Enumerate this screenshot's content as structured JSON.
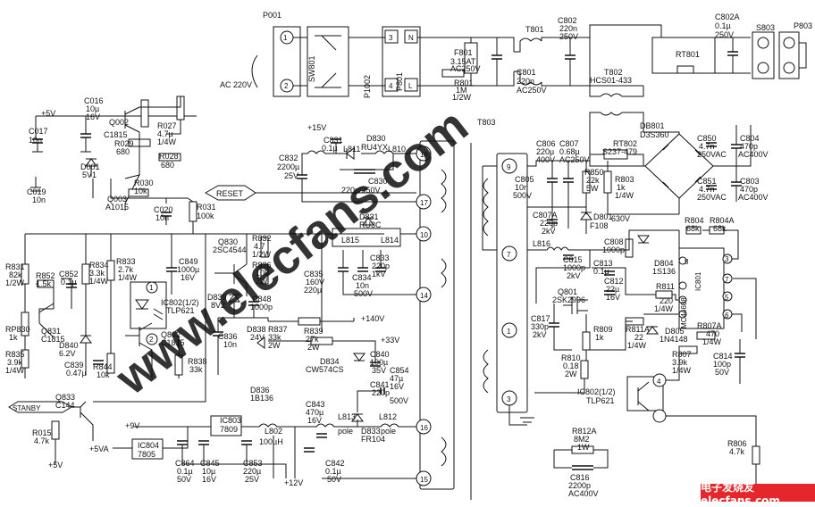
{
  "labels": [
    {
      "t": "P001"
    },
    {
      "t": "SW801"
    },
    {
      "t": "P1002"
    },
    {
      "t": "P801"
    },
    {
      "t": "F801"
    },
    {
      "t": "3.15AT"
    },
    {
      "t": "AC250V"
    },
    {
      "t": "R801"
    },
    {
      "t": "1M"
    },
    {
      "t": "1/2W"
    },
    {
      "t": "T801"
    },
    {
      "t": "C801"
    },
    {
      "t": "220n"
    },
    {
      "t": "AC250V"
    },
    {
      "t": "C802"
    },
    {
      "t": "220n"
    },
    {
      "t": "250V"
    },
    {
      "t": "RT801"
    },
    {
      "t": "C802A"
    },
    {
      "t": "0.1µ"
    },
    {
      "t": "250V"
    },
    {
      "t": "S803"
    },
    {
      "t": "P803"
    },
    {
      "t": "T802"
    },
    {
      "t": "HCS01-433"
    },
    {
      "t": "T803"
    },
    {
      "t": "AC 220V"
    },
    {
      "t": "+5V"
    },
    {
      "t": "C016"
    },
    {
      "t": "10µ"
    },
    {
      "t": "16V"
    },
    {
      "t": "C017"
    },
    {
      "t": "10n"
    },
    {
      "t": "Q002"
    },
    {
      "t": "C1815"
    },
    {
      "t": "R027"
    },
    {
      "t": "4.7µ"
    },
    {
      "t": "1/4W"
    },
    {
      "t": "R029"
    },
    {
      "t": "680"
    },
    {
      "t": "R028"
    },
    {
      "t": "680"
    },
    {
      "t": "D001"
    },
    {
      "t": "5V1"
    },
    {
      "t": "R030"
    },
    {
      "t": "10k"
    },
    {
      "t": "C019"
    },
    {
      "t": "10n"
    },
    {
      "t": "Q003"
    },
    {
      "t": "A1015"
    },
    {
      "t": "RESET"
    },
    {
      "t": "C020"
    },
    {
      "t": "10n"
    },
    {
      "t": "R031"
    },
    {
      "t": "100k"
    },
    {
      "t": "R831"
    },
    {
      "t": "82k"
    },
    {
      "t": "1/2W"
    },
    {
      "t": "R852"
    },
    {
      "t": "1.5k"
    },
    {
      "t": "C852"
    },
    {
      "t": "0.1µ"
    },
    {
      "t": "R834"
    },
    {
      "t": "3.3k"
    },
    {
      "t": "1/4W"
    },
    {
      "t": "R833"
    },
    {
      "t": "2.7k"
    },
    {
      "t": "1/4W"
    },
    {
      "t": "C849"
    },
    {
      "t": "1000µ"
    },
    {
      "t": "16V"
    },
    {
      "t": "IC802(1/2)"
    },
    {
      "t": "TLP621"
    },
    {
      "t": "RP830"
    },
    {
      "t": "1k"
    },
    {
      "t": "Q831"
    },
    {
      "t": "C1815"
    },
    {
      "t": "D840"
    },
    {
      "t": "6.2V"
    },
    {
      "t": "R835"
    },
    {
      "t": "3.9k"
    },
    {
      "t": "1/4W"
    },
    {
      "t": "C839"
    },
    {
      "t": "0.47µ"
    },
    {
      "t": "R844"
    },
    {
      "t": "10k"
    },
    {
      "t": "Q832"
    },
    {
      "t": "C1815"
    },
    {
      "t": "R838"
    },
    {
      "t": "33k"
    },
    {
      "t": "Q830"
    },
    {
      "t": "2SC4544"
    },
    {
      "t": "R832"
    },
    {
      "t": "4.7"
    },
    {
      "t": "1/2W"
    },
    {
      "t": "R836"
    },
    {
      "t": "10k"
    },
    {
      "t": "2W"
    },
    {
      "t": "D839"
    },
    {
      "t": "8V2"
    },
    {
      "t": "C848"
    },
    {
      "t": "1000p"
    },
    {
      "t": "C836"
    },
    {
      "t": "10n"
    },
    {
      "t": "D838"
    },
    {
      "t": "24V"
    },
    {
      "t": "R837"
    },
    {
      "t": "33k"
    },
    {
      "t": "2W"
    },
    {
      "t": "R839"
    },
    {
      "t": "27k"
    },
    {
      "t": "2W"
    },
    {
      "t": "+140V"
    },
    {
      "t": "+33V"
    },
    {
      "t": "D834"
    },
    {
      "t": "CW574CS"
    },
    {
      "t": "C840"
    },
    {
      "t": "100µ"
    },
    {
      "t": "35V"
    },
    {
      "t": "D836"
    },
    {
      "t": "1B136"
    },
    {
      "t": "STANBY"
    },
    {
      "t": "Q833"
    },
    {
      "t": "C144"
    },
    {
      "t": "R015"
    },
    {
      "t": "4.7k"
    },
    {
      "t": "+5V"
    },
    {
      "t": "+9V"
    },
    {
      "t": "IC803"
    },
    {
      "t": "7809"
    },
    {
      "t": "L802"
    },
    {
      "t": "100µH"
    },
    {
      "t": "+5VA"
    },
    {
      "t": "IC804"
    },
    {
      "t": "7805"
    },
    {
      "t": "C864"
    },
    {
      "t": "0.1µ"
    },
    {
      "t": "50V"
    },
    {
      "t": "C845"
    },
    {
      "t": "10µ"
    },
    {
      "t": "16V"
    },
    {
      "t": "C853"
    },
    {
      "t": "220µ"
    },
    {
      "t": "25V"
    },
    {
      "t": "+12V"
    },
    {
      "t": "C843"
    },
    {
      "t": "470µ"
    },
    {
      "t": "16V"
    },
    {
      "t": "C842"
    },
    {
      "t": "0.1µ"
    },
    {
      "t": "50V"
    },
    {
      "t": "L813"
    },
    {
      "t": "pole"
    },
    {
      "t": "D833"
    },
    {
      "t": "FR104"
    },
    {
      "t": "L812"
    },
    {
      "t": "pole"
    },
    {
      "t": "C854"
    },
    {
      "t": "47µ"
    },
    {
      "t": "16V"
    },
    {
      "t": "C841"
    },
    {
      "t": "220p"
    },
    {
      "t": "500V"
    },
    {
      "t": "+15V"
    },
    {
      "t": "C831"
    },
    {
      "t": "0.1µ"
    },
    {
      "t": "C832"
    },
    {
      "t": "2200µ"
    },
    {
      "t": "25V"
    },
    {
      "t": "L811"
    },
    {
      "t": "D830"
    },
    {
      "t": "RU4YX"
    },
    {
      "t": "L810"
    },
    {
      "t": "C830"
    },
    {
      "t": "220p/250V"
    },
    {
      "t": "D831"
    },
    {
      "t": "RU3C"
    },
    {
      "t": "L815"
    },
    {
      "t": "L814"
    },
    {
      "t": "C835"
    },
    {
      "t": "160V"
    },
    {
      "t": "220µ"
    },
    {
      "t": "C834"
    },
    {
      "t": "10n"
    },
    {
      "t": "500V"
    },
    {
      "t": "C833"
    },
    {
      "t": "220p"
    },
    {
      "t": "1kV"
    },
    {
      "t": "18"
    },
    {
      "t": "17"
    },
    {
      "t": "10"
    },
    {
      "t": "14"
    },
    {
      "t": "11"
    },
    {
      "t": "16"
    },
    {
      "t": "15"
    },
    {
      "t": "9"
    },
    {
      "t": "7"
    },
    {
      "t": "1"
    },
    {
      "t": "3"
    },
    {
      "t": "C806"
    },
    {
      "t": "220µ"
    },
    {
      "t": "400V"
    },
    {
      "t": "C807"
    },
    {
      "t": "0.68µ"
    },
    {
      "t": "AC250V"
    },
    {
      "t": "RT802"
    },
    {
      "t": "S237-479"
    },
    {
      "t": "DB801"
    },
    {
      "t": "D3S360"
    },
    {
      "t": "C850"
    },
    {
      "t": "4.7n"
    },
    {
      "t": "250VAC"
    },
    {
      "t": "C851"
    },
    {
      "t": "4.7n"
    },
    {
      "t": "250VAC"
    },
    {
      "t": "C804"
    },
    {
      "t": "470p"
    },
    {
      "t": "AC400V"
    },
    {
      "t": "C803"
    },
    {
      "t": "470p"
    },
    {
      "t": "AC400V"
    },
    {
      "t": "C805"
    },
    {
      "t": "10n"
    },
    {
      "t": "500V"
    },
    {
      "t": "R850"
    },
    {
      "t": "22k"
    },
    {
      "t": "5W"
    },
    {
      "t": "R803"
    },
    {
      "t": "1k"
    },
    {
      "t": "1/4W"
    },
    {
      "t": "C807A"
    },
    {
      "t": "220p"
    },
    {
      "t": "2kV"
    },
    {
      "t": "D801"
    },
    {
      "t": "F108"
    },
    {
      "t": "630V"
    },
    {
      "t": "L816"
    },
    {
      "t": "C815"
    },
    {
      "t": "1000p"
    },
    {
      "t": "2kV"
    },
    {
      "t": "C808"
    },
    {
      "t": "1000p"
    },
    {
      "t": "C813"
    },
    {
      "t": "0.1µ"
    },
    {
      "t": "D804"
    },
    {
      "t": "1S136"
    },
    {
      "t": "R804"
    },
    {
      "t": "68k"
    },
    {
      "t": "R804A"
    },
    {
      "t": "68k"
    },
    {
      "t": "Q801"
    },
    {
      "t": "2SK2996"
    },
    {
      "t": "C812"
    },
    {
      "t": "22µ"
    },
    {
      "t": "16V"
    },
    {
      "t": "R811"
    },
    {
      "t": "220"
    },
    {
      "t": "1/4W"
    },
    {
      "t": "IC801"
    },
    {
      "t": "MC44608"
    },
    {
      "t": "R807A"
    },
    {
      "t": "470"
    },
    {
      "t": "1/4W"
    },
    {
      "t": "C817"
    },
    {
      "t": "330p"
    },
    {
      "t": "2kV"
    },
    {
      "t": "R809"
    },
    {
      "t": "1k"
    },
    {
      "t": "R811A"
    },
    {
      "t": "22"
    },
    {
      "t": "1/4W"
    },
    {
      "t": "D805"
    },
    {
      "t": "1N4148"
    },
    {
      "t": "R807"
    },
    {
      "t": "3.9k"
    },
    {
      "t": "1/4W"
    },
    {
      "t": "C814"
    },
    {
      "t": "100p"
    },
    {
      "t": "50V"
    },
    {
      "t": "R810"
    },
    {
      "t": "0.18"
    },
    {
      "t": "2W"
    },
    {
      "t": "IC802(1/2)"
    },
    {
      "t": "TLP621"
    },
    {
      "t": "R812A"
    },
    {
      "t": "8M2"
    },
    {
      "t": "1W"
    },
    {
      "t": "C816"
    },
    {
      "t": "2200p"
    },
    {
      "t": "AC400V"
    },
    {
      "t": "R806"
    },
    {
      "t": "4.7k"
    },
    {
      "t": "1"
    },
    {
      "t": "2"
    },
    {
      "t": "3"
    },
    {
      "t": "4"
    },
    {
      "t": "5"
    },
    {
      "t": "6"
    },
    {
      "t": "7"
    },
    {
      "t": "8"
    },
    {
      "t": "1"
    },
    {
      "t": "2"
    },
    {
      "t": "3"
    },
    {
      "t": "4"
    },
    {
      "t": "N"
    },
    {
      "t": "L"
    },
    {
      "t": "2"
    },
    {
      "t": "1"
    },
    {
      "t": "2"
    },
    {
      "t": "1"
    }
  ],
  "watermark": "www.elecfans.com",
  "logo": "电子发烧友 elecfans.com"
}
